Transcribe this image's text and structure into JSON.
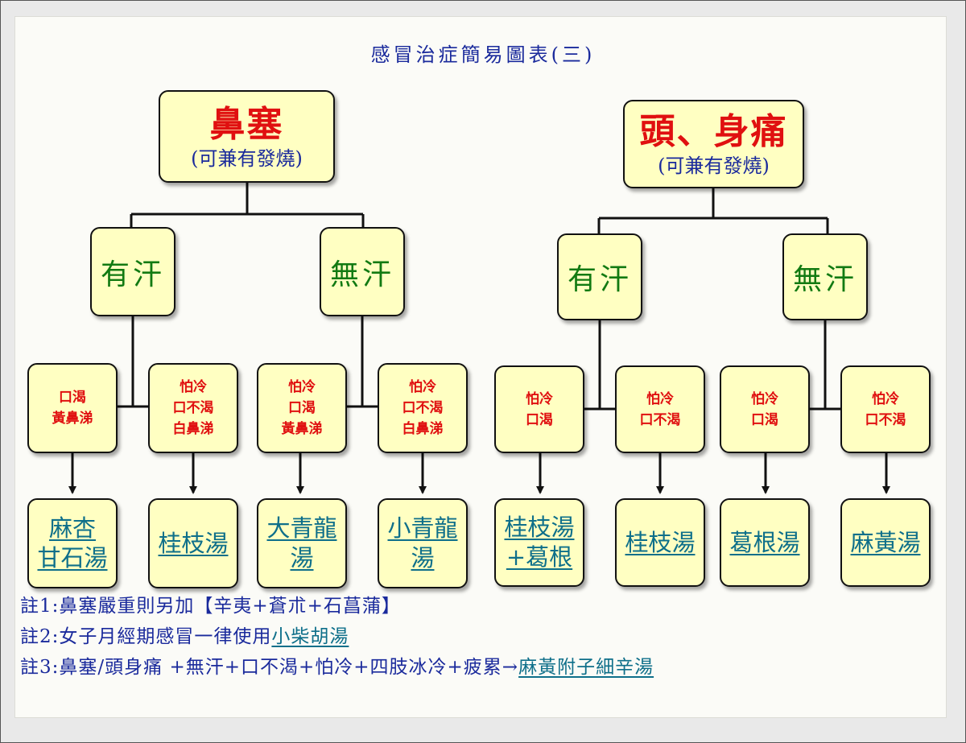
{
  "title": "感冒治症簡易圖表(三)",
  "trees": [
    {
      "root": {
        "label": "鼻塞",
        "sub": "(可兼有發燒)"
      },
      "branches": [
        {
          "label": "有汗"
        },
        {
          "label": "無汗"
        }
      ],
      "symptoms": [
        {
          "lines": [
            "口渴",
            "黃鼻涕"
          ]
        },
        {
          "lines": [
            "怕冷",
            "口不渴",
            "白鼻涕"
          ]
        },
        {
          "lines": [
            "怕冷",
            "口渴",
            "黃鼻涕"
          ]
        },
        {
          "lines": [
            "怕冷",
            "口不渴",
            "白鼻涕"
          ]
        }
      ],
      "remedies": [
        {
          "lines": [
            "麻杏",
            "甘石湯"
          ]
        },
        {
          "lines": [
            "桂枝湯"
          ]
        },
        {
          "lines": [
            "大青龍",
            "湯"
          ]
        },
        {
          "lines": [
            "小青龍",
            "湯"
          ]
        }
      ]
    },
    {
      "root": {
        "label": "頭、身痛",
        "sub": "(可兼有發燒)"
      },
      "branches": [
        {
          "label": "有汗"
        },
        {
          "label": "無汗"
        }
      ],
      "symptoms": [
        {
          "lines": [
            "怕冷",
            "口渴"
          ]
        },
        {
          "lines": [
            "怕冷",
            "口不渴"
          ]
        },
        {
          "lines": [
            "怕冷",
            "口渴"
          ]
        },
        {
          "lines": [
            "怕冷",
            "口不渴"
          ]
        }
      ],
      "remedies": [
        {
          "lines": [
            "桂枝湯",
            "+葛根"
          ]
        },
        {
          "lines": [
            "桂枝湯"
          ]
        },
        {
          "lines": [
            "葛根湯"
          ]
        },
        {
          "lines": [
            "麻黃湯"
          ]
        }
      ]
    }
  ],
  "notes": [
    {
      "prefix": "註1:鼻塞嚴重則另加【辛夷+蒼朮+石菖蒲】",
      "remedy": ""
    },
    {
      "prefix": "註2:女子月經期感冒一律使用",
      "remedy": "小柴胡湯"
    },
    {
      "prefix": "註3:鼻塞/頭身痛 +無汗+口不渴+怕冷+四肢冰冷+疲累→",
      "remedy": "麻黃附子細辛湯"
    }
  ],
  "colors": {
    "box_fill": "#ffffc2",
    "root_text": "#e01010",
    "title_text": "#1a2a9c",
    "branch_text": "#127a12",
    "symptom_text": "#e01010",
    "remedy_text": "#0e6f8a"
  }
}
